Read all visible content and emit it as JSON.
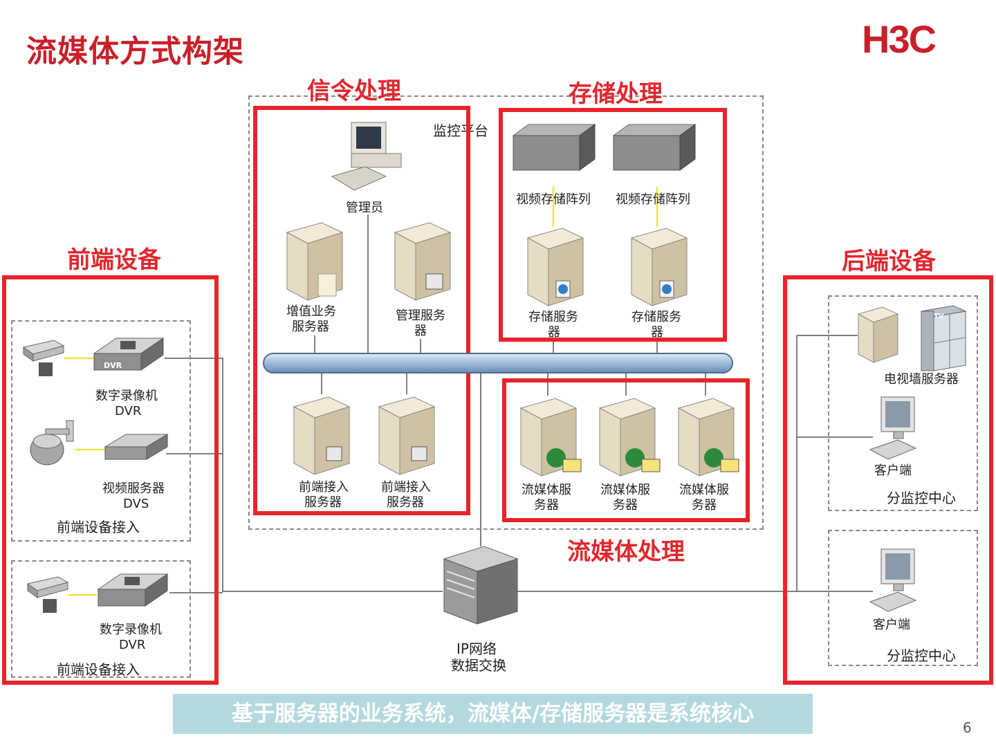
{
  "title": "流媒体方式构架",
  "logo": "H3C",
  "sections": {
    "signaling": "信令处理",
    "storage": "存储处理",
    "frontend": "前端设备",
    "backend": "后端设备",
    "streaming": "流媒体处理"
  },
  "platform_label": "监控平台",
  "nodes": {
    "admin": "管理员",
    "vas_server_l1": "增值业务",
    "vas_server_l2": "服务器",
    "mgmt_server_l1": "管理服务",
    "mgmt_server_l2": "器",
    "storage_array_1": "视频存储阵列",
    "storage_array_2": "视频存储阵列",
    "storage_server_1_l1": "存储服务",
    "storage_server_1_l2": "器",
    "storage_server_2_l1": "存储服务",
    "storage_server_2_l2": "器",
    "fe_access_1_l1": "前端接入",
    "fe_access_1_l2": "服务器",
    "fe_access_2_l1": "前端接入",
    "fe_access_2_l2": "服务器",
    "ms_1_l1": "流媒体服",
    "ms_1_l2": "务器",
    "ms_2_l1": "流媒体服",
    "ms_2_l2": "务器",
    "ms_3_l1": "流媒体服",
    "ms_3_l2": "务器",
    "dvr_1_l1": "数字录像机",
    "dvr_1_l2": "DVR",
    "dvs_l1": "视频服务器",
    "dvs_l2": "DVS",
    "fe_group_1": "前端设备接入",
    "dvr_2_l1": "数字录像机",
    "dvr_2_l2": "DVR",
    "fe_group_2": "前端设备接入",
    "switch_l1": "IP网络",
    "switch_l2": "数据交换",
    "tvwall_server": "电视墙服务器",
    "client_1": "客户端",
    "sub_center_1": "分监控中心",
    "client_2": "客户端",
    "sub_center_2": "分监控中心",
    "dvr_badge": "DVR",
    "tv_badge": "TV"
  },
  "banner": "基于服务器的业务系统，流媒体/存储服务器是系统核心",
  "page_number": "6",
  "colors": {
    "accent_red": "#e8242b",
    "title_red": "#c8202a",
    "banner": "#b3d9df"
  }
}
